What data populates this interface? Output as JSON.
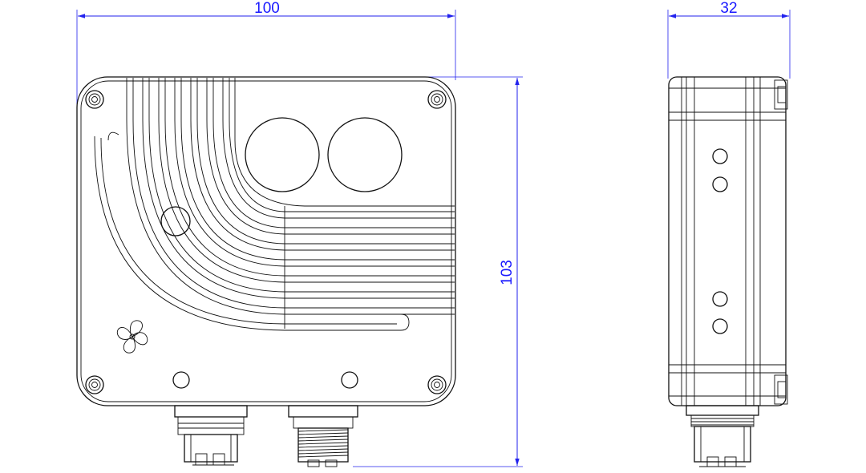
{
  "dimensions": {
    "front_width": "100",
    "front_height": "103",
    "side_depth": "32"
  },
  "colors": {
    "dimension": "#1a1aff",
    "outline": "#111111",
    "background": "#ffffff"
  },
  "icons": {
    "logo": "fan-propeller-logo"
  }
}
